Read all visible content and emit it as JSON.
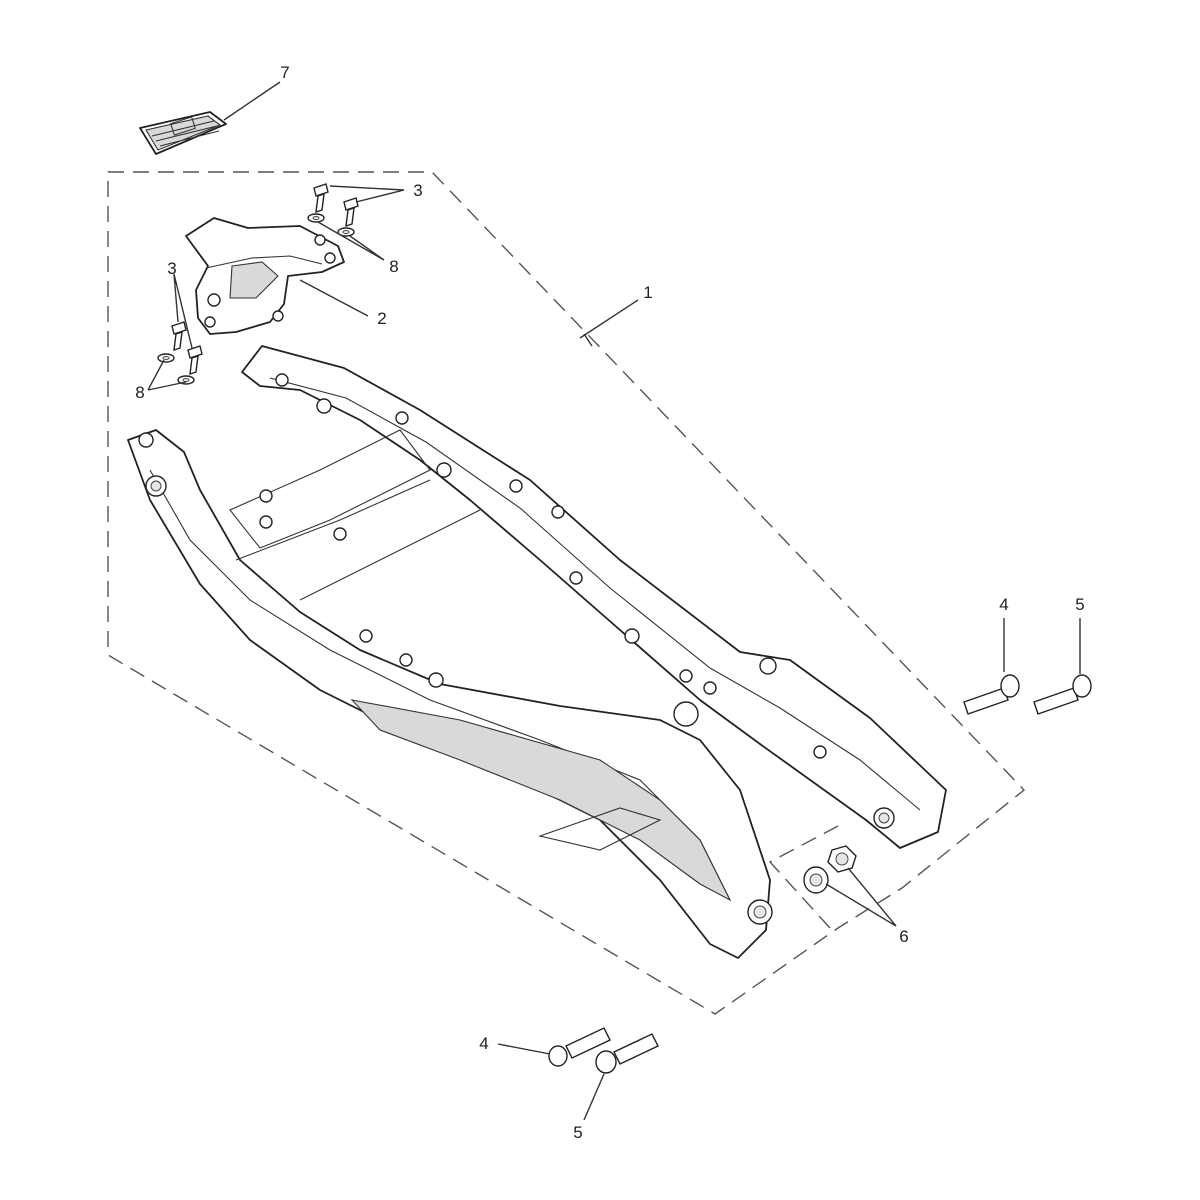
{
  "diagram": {
    "callouts": {
      "c1": "1",
      "c2": "2",
      "c3_top": "3",
      "c3_left": "3",
      "c4_right": "4",
      "c4_bottom": "4",
      "c5_right": "5",
      "c5_bottom": "5",
      "c6": "6",
      "c7": "7",
      "c8_top": "8",
      "c8_left": "8"
    }
  }
}
